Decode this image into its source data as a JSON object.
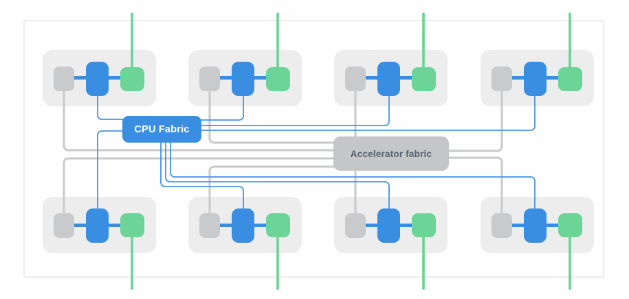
{
  "fabrics": {
    "cpu": {
      "label": "CPU Fabric"
    },
    "accelerator": {
      "label": "Accelerator fabric"
    }
  },
  "node_groups": {
    "count": 8,
    "top_row_count": 4,
    "bottom_row_count": 4,
    "chips_per_group": 3,
    "chip_kinds": [
      "gray-chip",
      "blue-chip",
      "green-chip"
    ]
  },
  "colors": {
    "background": "#fdfefd",
    "frame_border": "#ececee",
    "node_box": "#ededee",
    "gray_chip": "#c9cacb",
    "blue_chip": "#3a8ee2",
    "green_chip": "#6bd496",
    "cpu_fabric_bg": "#3a8ee2",
    "cpu_fabric_text": "#ffffff",
    "accelerator_fabric_bg": "#c5c6c7",
    "accelerator_fabric_text": "#53616e",
    "gray_line": "#c8c9ca",
    "blue_line": "#4493e6",
    "green_line": "#68d395"
  }
}
